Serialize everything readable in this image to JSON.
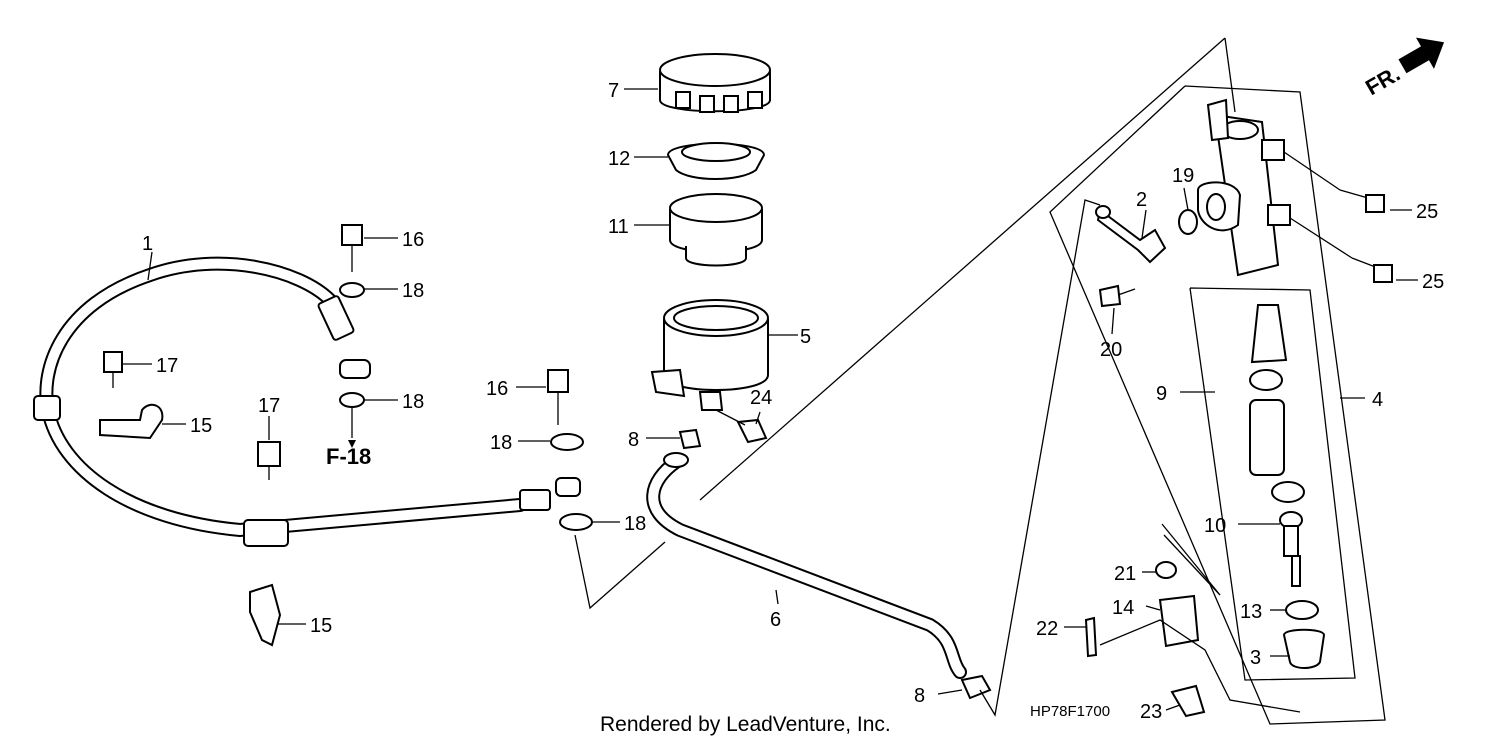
{
  "callouts": {
    "c1": "1",
    "c2": "2",
    "c3": "3",
    "c4": "4",
    "c5": "5",
    "c6": "6",
    "c7": "7",
    "c8a": "8",
    "c8b": "8",
    "c9": "9",
    "c10": "10",
    "c11": "11",
    "c12": "12",
    "c13": "13",
    "c14": "14",
    "c15a": "15",
    "c15b": "15",
    "c16a": "16",
    "c16b": "16",
    "c17a": "17",
    "c17b": "17",
    "c18a": "18",
    "c18b": "18",
    "c18c": "18",
    "c18d": "18",
    "c19": "19",
    "c20": "20",
    "c21": "21",
    "c22": "22",
    "c23": "23",
    "c25a": "25",
    "c25b": "25",
    "c24": "24"
  },
  "reference": "F-18",
  "direction": "FR.",
  "diagram_code": "HP78F1700",
  "footer": "Rendered by LeadVenture, Inc."
}
